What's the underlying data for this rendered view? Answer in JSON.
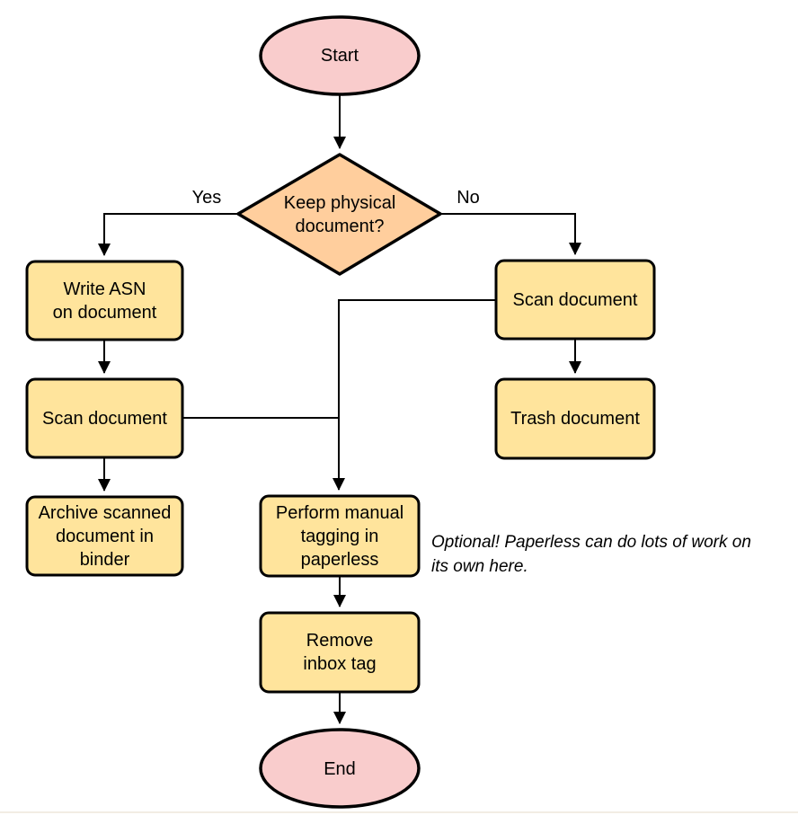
{
  "diagram": {
    "type": "flowchart",
    "nodes": {
      "start": {
        "label": "Start",
        "shape": "ellipse"
      },
      "decision": {
        "label": "Keep physical\ndocument?",
        "shape": "diamond"
      },
      "write_asn": {
        "label": "Write ASN\non document",
        "shape": "rounded-rect"
      },
      "scan_left": {
        "label": "Scan document",
        "shape": "rounded-rect"
      },
      "archive": {
        "label": "Archive scanned\ndocument in\nbinder",
        "shape": "rounded-rect"
      },
      "scan_right": {
        "label": "Scan document",
        "shape": "rounded-rect"
      },
      "trash": {
        "label": "Trash document",
        "shape": "rounded-rect"
      },
      "tagging": {
        "label": "Perform manual\ntagging in\npaperless",
        "shape": "rounded-rect"
      },
      "remove_inbox": {
        "label": "Remove\ninbox tag",
        "shape": "rounded-rect"
      },
      "end": {
        "label": "End",
        "shape": "ellipse"
      }
    },
    "edge_labels": {
      "yes": "Yes",
      "no": "No"
    },
    "annotation": "Optional! Paperless can do lots of work on\nits own here.",
    "colors": {
      "terminal_fill": "#f9cccc",
      "decision_fill": "#ffce9d",
      "process_fill": "#ffe49c",
      "stroke_color": "#000000"
    }
  }
}
